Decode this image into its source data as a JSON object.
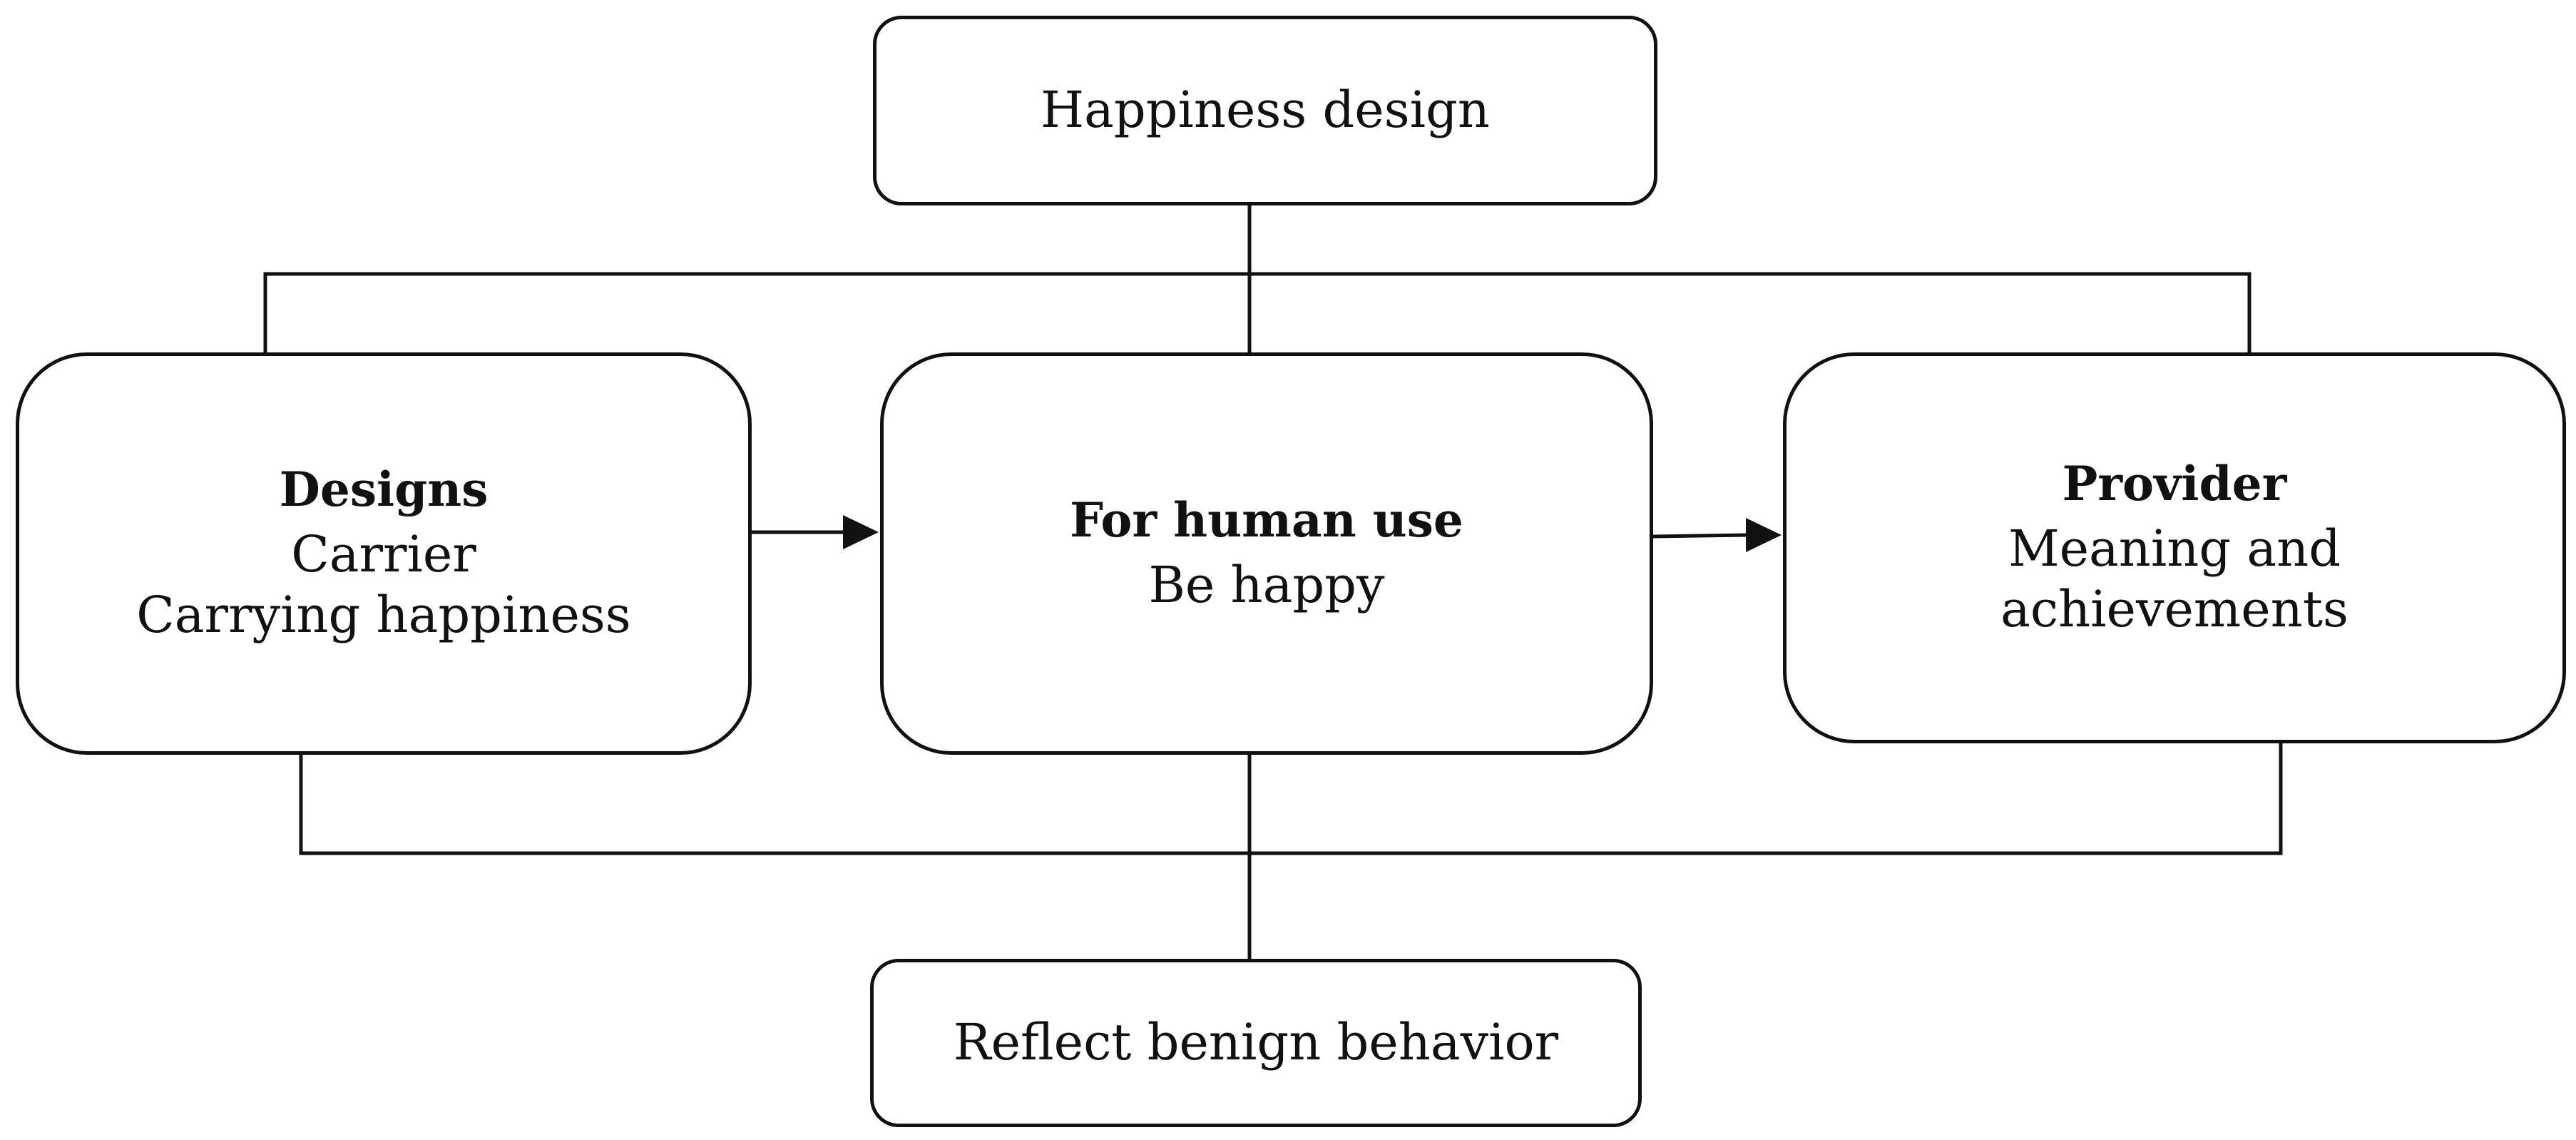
{
  "top": {
    "label": "Happiness design"
  },
  "left": {
    "heading": "Designs",
    "lines": [
      "Carrier",
      "Carrying happiness"
    ]
  },
  "center": {
    "heading": "For human use",
    "lines": [
      "Be happy"
    ]
  },
  "right": {
    "heading": "Provider",
    "lines": [
      "Meaning and",
      "achievements"
    ]
  },
  "bottom": {
    "label": "Reflect benign behavior"
  }
}
